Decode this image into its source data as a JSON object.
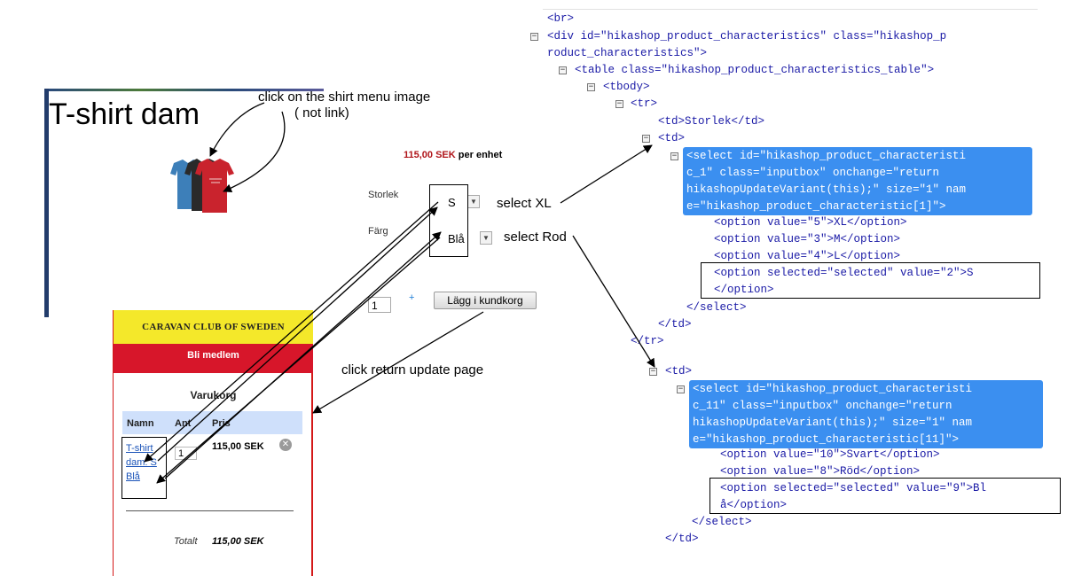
{
  "product": {
    "title": "T-shirt dam",
    "price": "115,00 SEK",
    "price_unit": "per enhet",
    "size_label": "Storlek",
    "size_value": "S",
    "color_label": "Färg",
    "color_value": "Blå",
    "quantity": "1",
    "plus": "+",
    "add_to_cart_label": "Lägg i kundkorg"
  },
  "annotations": {
    "shirt_note_line1": "click on the shirt menu image",
    "shirt_note_line2": "( not link)",
    "select_xl": "select XL",
    "select_rod": "select Rod",
    "return_update": "click return update page"
  },
  "cart": {
    "club_name": "CARAVAN CLUB OF SWEDEN",
    "member_button": "Bli medlem",
    "title": "Varukorg",
    "columns": [
      "Namn",
      "Ant",
      "Pris"
    ],
    "item_name_line1": "T-shirt",
    "item_name_line2": "dam: S",
    "item_name_line3": "Blå",
    "item_qty": "1",
    "item_price": "115,00 SEK",
    "total_label": "Totalt",
    "total_value": "115,00 SEK"
  },
  "code": {
    "br": "<br>",
    "div_open_1": "<div id=\"hikashop_product_characteristics\" class=\"hikashop_p",
    "div_open_2": "roduct_characteristics\">",
    "table_open": "<table class=\"hikashop_product_characteristics_table\">",
    "tbody_open": "<tbody>",
    "tr_open": "<tr>",
    "td_storlek": "<td>Storlek</td>",
    "td_open_1": "<td>",
    "select1_l1": "<select id=\"hikashop_product_characteristi",
    "select1_l2": "c_1\" class=\"inputbox\" onchange=\"return",
    "select1_l3": "hikashopUpdateVariant(this);\" size=\"1\" nam",
    "select1_l4": "e=\"hikashop_product_characteristic[1]\">",
    "opt_xl": "<option value=\"5\">XL</option>",
    "opt_m": "<option value=\"3\">M</option>",
    "opt_l": "<option value=\"4\">L</option>",
    "opt_s_l1": "<option selected=\"selected\" value=\"2\">S",
    "opt_s_l2": "</option>",
    "select_close_1": "</select>",
    "td_close_1": "</td>",
    "tr_close": "</tr>",
    "td_open_2": "<td>",
    "select2_l1": "<select id=\"hikashop_product_characteristi",
    "select2_l2": "c_11\" class=\"inputbox\" onchange=\"return",
    "select2_l3": "hikashopUpdateVariant(this);\" size=\"1\" nam",
    "select2_l4": "e=\"hikashop_product_characteristic[11]\">",
    "opt_svart": "<option value=\"10\">Svart</option>",
    "opt_rod": "<option value=\"8\">Röd</option>",
    "opt_bla_l1": "<option selected=\"selected\" value=\"9\">Bl",
    "opt_bla_l2": "å</option>",
    "select_close_2": "</select>",
    "td_close_2": "</td>"
  },
  "colors": {
    "accent_red": "#d7162a",
    "club_yellow": "#f4e82a",
    "selection_blue": "#3b8ff0",
    "price_red": "#b0151a",
    "tag_blue": "#1a1aa6",
    "attr_value_red": "#c00000"
  },
  "icons": [
    "tshirt-image",
    "remove-icon",
    "collapse-icon",
    "select-arrow-icon"
  ]
}
